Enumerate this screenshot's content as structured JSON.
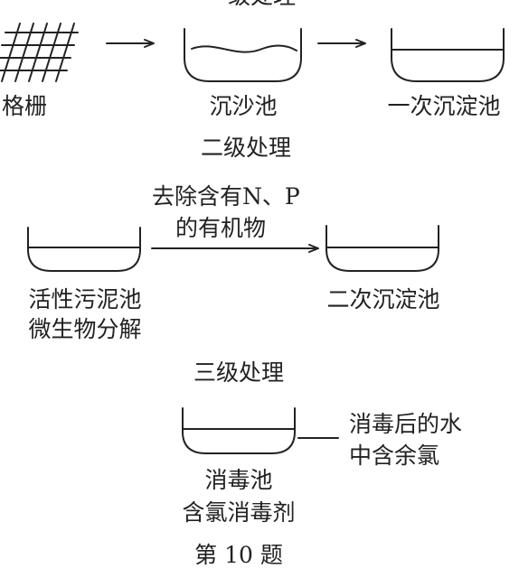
{
  "colors": {
    "ink": "#222222",
    "background": "#ffffff"
  },
  "primary": {
    "heading_partial": "一级处理",
    "grille_label": "格栅",
    "grit_chamber_label": "沉沙池",
    "primary_settling_label": "一次沉淀池"
  },
  "secondary": {
    "heading": "二级处理",
    "arrow_note_line1": "去除含有N、P",
    "arrow_note_line2": "的有机物",
    "activated_sludge_line1": "活性污泥池",
    "activated_sludge_line2": "微生物分解",
    "secondary_settling_label": "二次沉淀池"
  },
  "tertiary": {
    "heading": "三级处理",
    "disinfection_label_line1": "消毒池",
    "disinfection_label_line2": "含氯消毒剂",
    "output_line1": "消毒后的水",
    "output_line2": "中含余氯"
  },
  "caption": "第 10 题"
}
